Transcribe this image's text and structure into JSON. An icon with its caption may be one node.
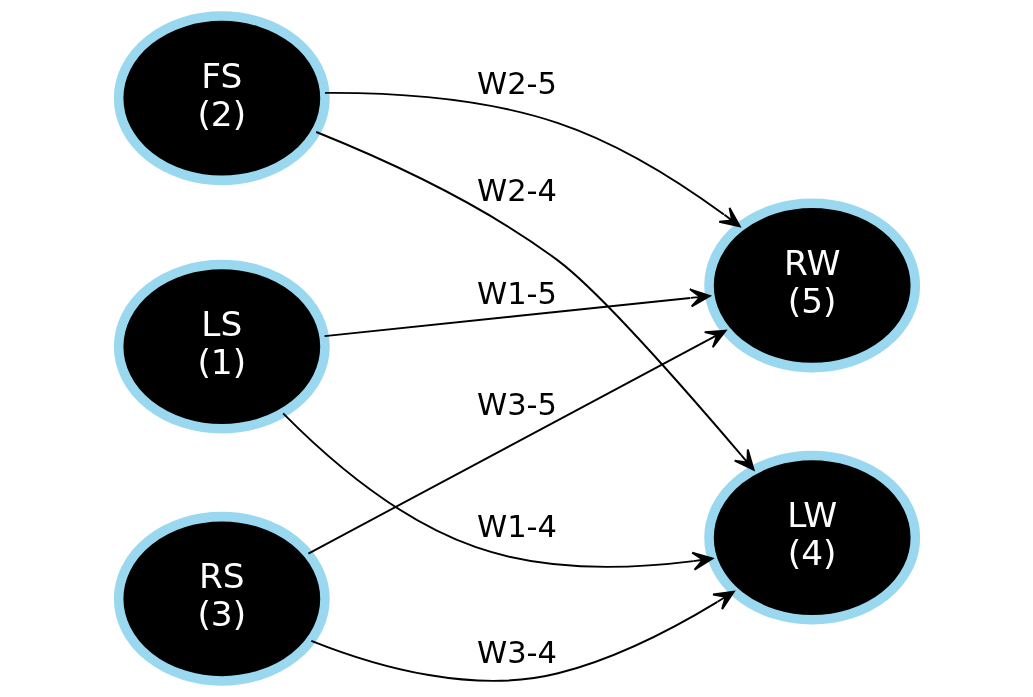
{
  "diagram": {
    "nodes": [
      {
        "text": [
          "LS",
          "(1)"
        ]
      },
      {
        "text": [
          "FS",
          "(2)"
        ]
      },
      {
        "text": [
          "RS",
          "(3)"
        ]
      },
      {
        "text": [
          "LW",
          "(4)"
        ]
      },
      {
        "text": [
          "RW",
          "(5)"
        ]
      }
    ],
    "edges": [
      {
        "from": 0,
        "to": 3,
        "arrow": "to",
        "label": "W1-4"
      },
      {
        "from": 0,
        "to": 4,
        "arrow": "to",
        "label": "W1-5"
      },
      {
        "from": 1,
        "to": 3,
        "arrow": "to",
        "label": "W2-4"
      },
      {
        "from": 1,
        "to": 4,
        "arrow": "to",
        "label": "W2-5"
      },
      {
        "from": 2,
        "to": 3,
        "arrow": "to",
        "label": "W3-4"
      },
      {
        "from": 2,
        "to": 4,
        "arrow": "to",
        "label": "W3-5"
      }
    ]
  }
}
